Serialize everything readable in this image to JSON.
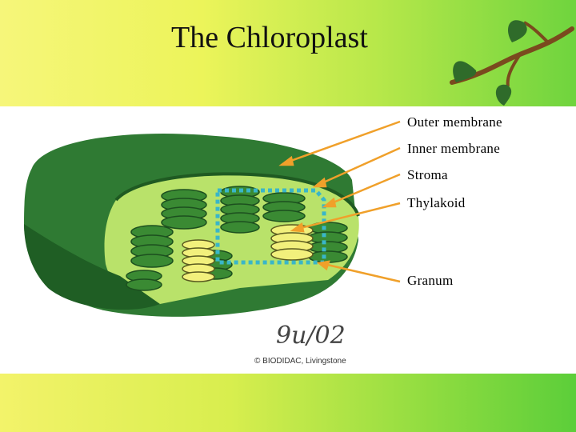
{
  "slide": {
    "title": "The Chloroplast"
  },
  "labels": [
    {
      "id": "outer-membrane",
      "text": "Outer membrane"
    },
    {
      "id": "inner-membrane",
      "text": "Inner membrane"
    },
    {
      "id": "stroma",
      "text": "Stroma"
    },
    {
      "id": "thylakoid",
      "text": "Thylakoid"
    },
    {
      "id": "granum",
      "text": "Granum"
    }
  ],
  "figure": {
    "signature": "9u/02",
    "credit": "© BIODIDAC, Livingstone"
  },
  "colors": {
    "outer_green": "#2f7a33",
    "light_green": "#b9e26a",
    "grana_green": "#3a8a33",
    "highlight_yellow": "#f2f07c",
    "arrow_orange": "#f0a02a",
    "box_cyan": "#39b6c9"
  },
  "icons": [
    "vine-leaf-icon"
  ]
}
